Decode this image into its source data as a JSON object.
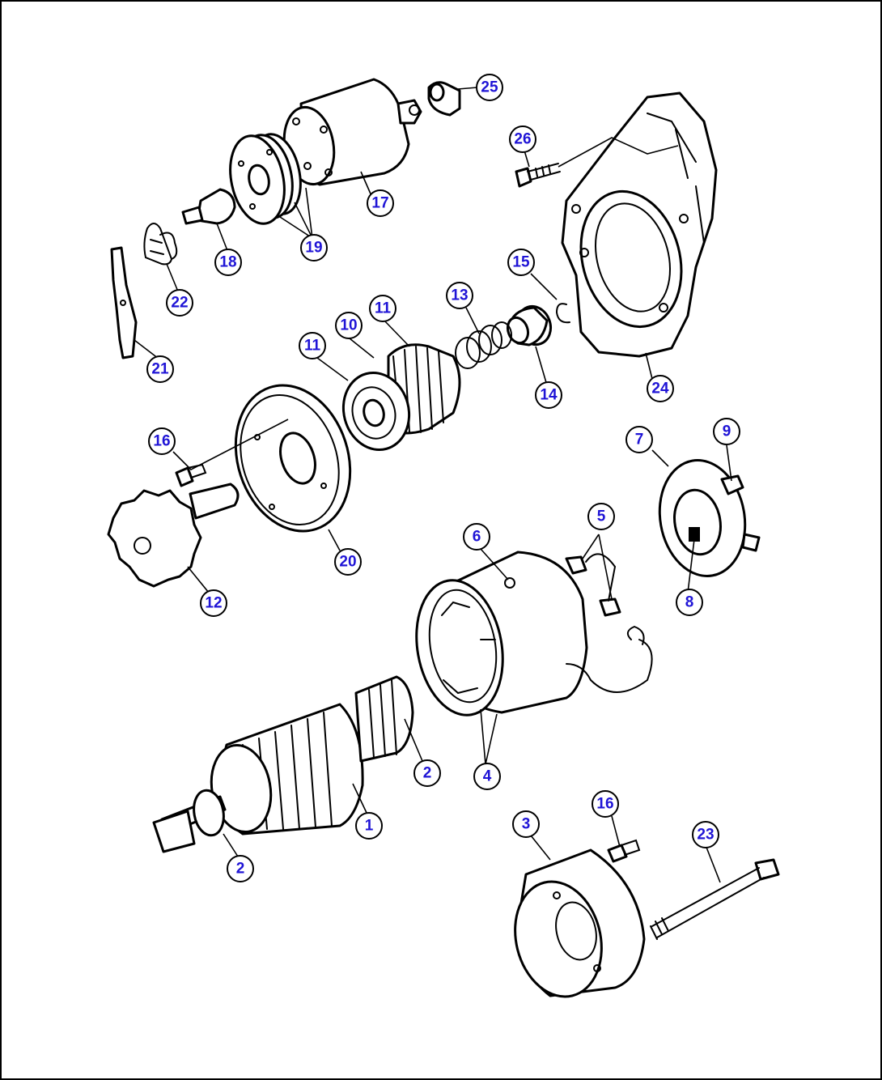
{
  "colors": {
    "callout_fill": "#ffffff",
    "callout_stroke": "#000000",
    "callout_text": "#1f14d6",
    "line_color": "#000000",
    "background": "#ffffff"
  },
  "callouts": {
    "c1": "1",
    "c2a": "2",
    "c2b": "2",
    "c3": "3",
    "c4": "4",
    "c5": "5",
    "c6": "6",
    "c7": "7",
    "c8": "8",
    "c9": "9",
    "c10": "10",
    "c11a": "11",
    "c11b": "11",
    "c12": "12",
    "c13": "13",
    "c14": "14",
    "c15": "15",
    "c16a": "16",
    "c16b": "16",
    "c17": "17",
    "c18": "18",
    "c19": "19",
    "c20": "20",
    "c21": "21",
    "c22": "22",
    "c23": "23",
    "c24": "24",
    "c25": "25",
    "c26": "26"
  }
}
